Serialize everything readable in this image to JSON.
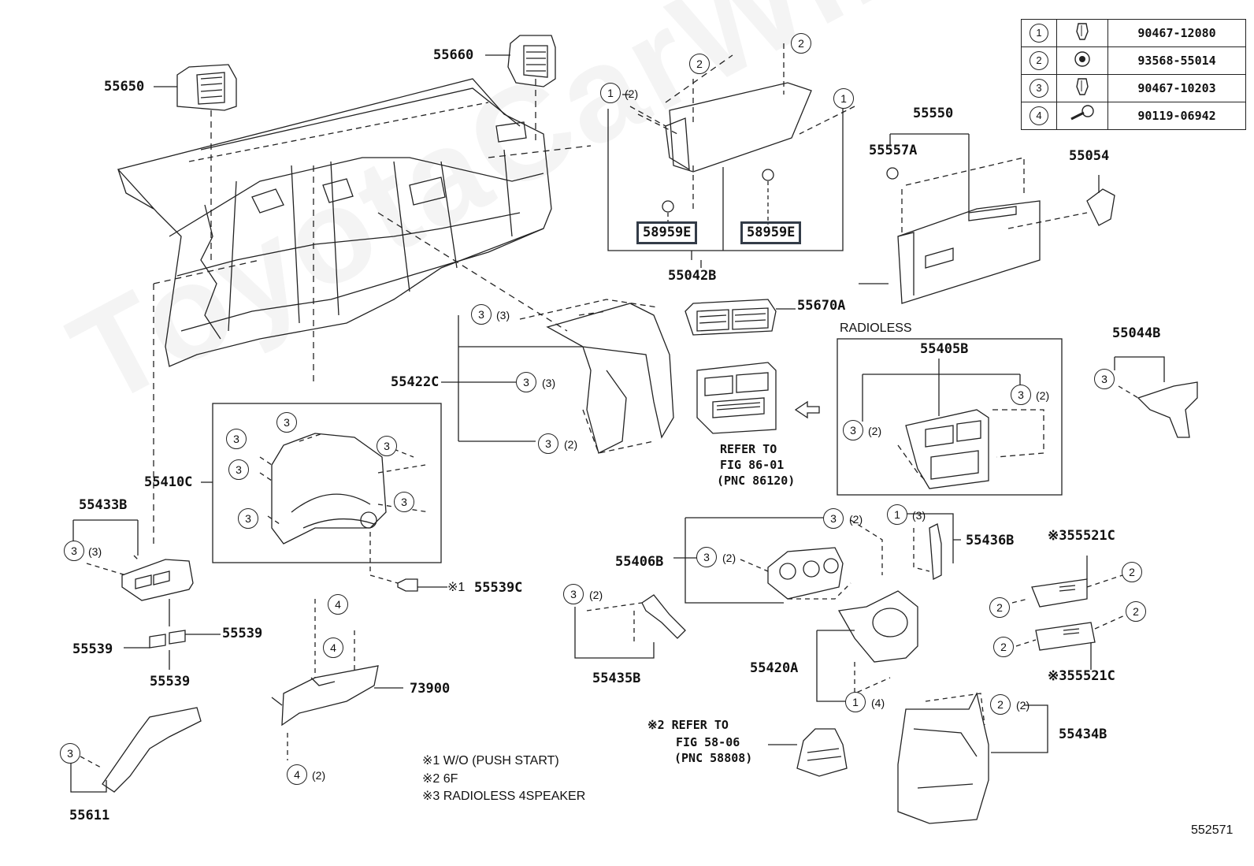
{
  "watermark": "ToyotaCarWine.com",
  "figure_id": "552571",
  "legend": [
    {
      "num": "1",
      "icon": "clip-icon",
      "part": "90467-12080"
    },
    {
      "num": "2",
      "icon": "nut-icon",
      "part": "93568-55014"
    },
    {
      "num": "3",
      "icon": "clip-icon",
      "part": "90467-10203"
    },
    {
      "num": "4",
      "icon": "screw-icon",
      "part": "90119-06942"
    }
  ],
  "parts": {
    "p55650": "55650",
    "p55660": "55660",
    "p55042B": "55042B",
    "p58959E_a": "58959E",
    "p58959E_b": "58959E",
    "p55550": "55550",
    "p55557A": "55557A",
    "p55054": "55054",
    "p55670A": "55670A",
    "p55422C": "55422C",
    "p55410C": "55410C",
    "p55433B": "55433B",
    "p55539C": "55539C",
    "p55539_a": "55539",
    "p55539_b": "55539",
    "p55539_c": "55539",
    "p73900": "73900",
    "p55611": "55611",
    "p55405B": "55405B",
    "p55044B": "55044B",
    "p55406B": "55406B",
    "p55436B": "55436B",
    "p55521C_a": "55521C",
    "p55521C_b": "55521C",
    "p55435B": "55435B",
    "p55420A": "55420A",
    "p55434B": "55434B"
  },
  "texts": {
    "radioless": "RADIOLESS",
    "refer1_l1": "REFER TO",
    "refer1_l2": "FIG 86-01",
    "refer1_l3": "(PNC 86120)",
    "refer2_l1": "REFER TO",
    "refer2_l2": "FIG 58-06",
    "refer2_l3": "(PNC 58808)",
    "mark": "※",
    "mark1": "※1",
    "mark2": "※2",
    "mark3": "※3",
    "note1": "※1 W/O (PUSH START)",
    "note2": "※2 6F",
    "note3": "※3 RADIOLESS 4SPEAKER"
  },
  "callouts": [
    {
      "n": "1",
      "q": "(2)"
    },
    {
      "n": "2",
      "q": ""
    },
    {
      "n": "2",
      "q": ""
    },
    {
      "n": "1",
      "q": ""
    },
    {
      "n": "3",
      "q": "(3)"
    },
    {
      "n": "3",
      "q": "(3)"
    },
    {
      "n": "3",
      "q": "(2)"
    },
    {
      "n": "3",
      "q": ""
    },
    {
      "n": "3",
      "q": ""
    },
    {
      "n": "3",
      "q": ""
    },
    {
      "n": "3",
      "q": ""
    },
    {
      "n": "3",
      "q": ""
    },
    {
      "n": "3",
      "q": ""
    },
    {
      "n": "3",
      "q": "(3)"
    },
    {
      "n": "4",
      "q": ""
    },
    {
      "n": "4",
      "q": ""
    },
    {
      "n": "4",
      "q": "(2)"
    },
    {
      "n": "3",
      "q": ""
    },
    {
      "n": "3",
      "q": "(2)"
    },
    {
      "n": "3",
      "q": "(2)"
    },
    {
      "n": "3",
      "q": ""
    },
    {
      "n": "3",
      "q": "(2)"
    },
    {
      "n": "3",
      "q": "(2)"
    },
    {
      "n": "1",
      "q": "(3)"
    },
    {
      "n": "2",
      "q": ""
    },
    {
      "n": "2",
      "q": ""
    },
    {
      "n": "2",
      "q": ""
    },
    {
      "n": "2",
      "q": ""
    },
    {
      "n": "3",
      "q": "(2)"
    },
    {
      "n": "1",
      "q": "(4)"
    },
    {
      "n": "2",
      "q": "(2)"
    }
  ]
}
